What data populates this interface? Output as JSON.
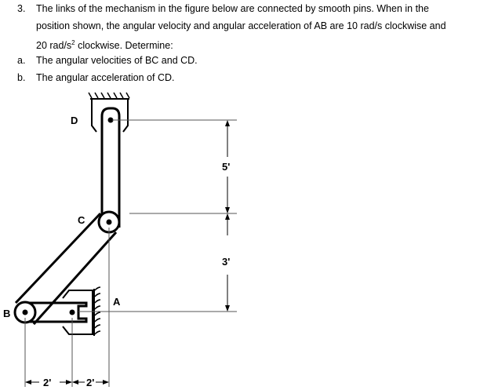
{
  "problem": {
    "number": "3.",
    "lines": [
      "The links of the mechanism in the figure below are connected by smooth pins. When in the",
      "position shown, the angular velocity and angular acceleration of AB are 10 rad/s clockwise and"
    ],
    "line3_pre": "20 rad/s",
    "line3_sup": "2",
    "line3_post": " clockwise. Determine:",
    "parts": [
      {
        "label": "a.",
        "text": "The angular velocities of BC and CD."
      },
      {
        "label": "b.",
        "text": "The angular acceleration of CD."
      }
    ]
  },
  "figure": {
    "point_labels": {
      "D": "D",
      "C": "C",
      "B": "B",
      "A": "A"
    },
    "dimensions": {
      "vertical_top": "5'",
      "vertical_bottom": "3'",
      "horizontal_left": "2'",
      "horizontal_right": "2'"
    }
  }
}
